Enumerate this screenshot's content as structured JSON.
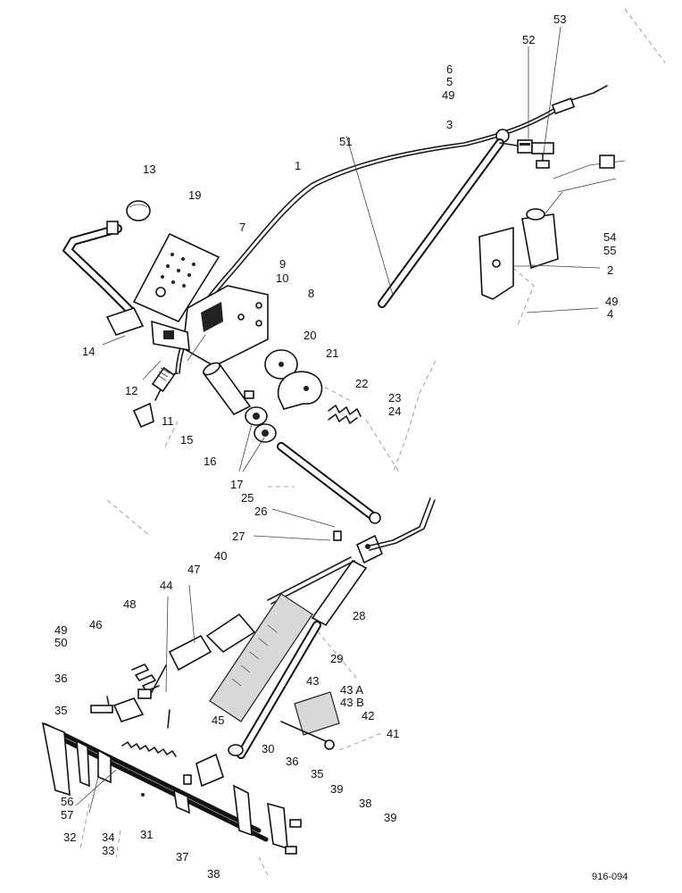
{
  "diagram": {
    "reference_code": "916-094",
    "callouts": [
      {
        "id": "c1",
        "text": "1"
      },
      {
        "id": "c2",
        "text": "2"
      },
      {
        "id": "c3",
        "text": "3"
      },
      {
        "id": "c4",
        "text": "4"
      },
      {
        "id": "c5",
        "text": "5"
      },
      {
        "id": "c6",
        "text": "6"
      },
      {
        "id": "c7",
        "text": "7"
      },
      {
        "id": "c8",
        "text": "8"
      },
      {
        "id": "c9",
        "text": "9"
      },
      {
        "id": "c10",
        "text": "10"
      },
      {
        "id": "c11",
        "text": "11"
      },
      {
        "id": "c12",
        "text": "12"
      },
      {
        "id": "c13",
        "text": "13"
      },
      {
        "id": "c14",
        "text": "14"
      },
      {
        "id": "c15",
        "text": "15"
      },
      {
        "id": "c16",
        "text": "16"
      },
      {
        "id": "c17",
        "text": "17"
      },
      {
        "id": "c19",
        "text": "19"
      },
      {
        "id": "c20",
        "text": "20"
      },
      {
        "id": "c21",
        "text": "21"
      },
      {
        "id": "c22",
        "text": "22"
      },
      {
        "id": "c23",
        "text": "23"
      },
      {
        "id": "c24",
        "text": "24"
      },
      {
        "id": "c25",
        "text": "25"
      },
      {
        "id": "c26",
        "text": "26"
      },
      {
        "id": "c27",
        "text": "27"
      },
      {
        "id": "c28",
        "text": "28"
      },
      {
        "id": "c29",
        "text": "29"
      },
      {
        "id": "c30",
        "text": "30"
      },
      {
        "id": "c31",
        "text": "31"
      },
      {
        "id": "c32",
        "text": "32"
      },
      {
        "id": "c33",
        "text": "33"
      },
      {
        "id": "c34",
        "text": "34"
      },
      {
        "id": "c35a",
        "text": "35"
      },
      {
        "id": "c35b",
        "text": "35"
      },
      {
        "id": "c36a",
        "text": "36"
      },
      {
        "id": "c36b",
        "text": "36"
      },
      {
        "id": "c37",
        "text": "37"
      },
      {
        "id": "c38a",
        "text": "38"
      },
      {
        "id": "c38b",
        "text": "38"
      },
      {
        "id": "c39a",
        "text": "39"
      },
      {
        "id": "c39b",
        "text": "39"
      },
      {
        "id": "c40",
        "text": "40"
      },
      {
        "id": "c41",
        "text": "41"
      },
      {
        "id": "c42",
        "text": "42"
      },
      {
        "id": "c43",
        "text": "43"
      },
      {
        "id": "c43a",
        "text": "43 A"
      },
      {
        "id": "c43b",
        "text": "43 B"
      },
      {
        "id": "c44",
        "text": "44"
      },
      {
        "id": "c45",
        "text": "45"
      },
      {
        "id": "c46",
        "text": "46"
      },
      {
        "id": "c47",
        "text": "47"
      },
      {
        "id": "c48",
        "text": "48"
      },
      {
        "id": "c49a",
        "text": "49"
      },
      {
        "id": "c49b",
        "text": "49"
      },
      {
        "id": "c49c",
        "text": "49"
      },
      {
        "id": "c50",
        "text": "50"
      },
      {
        "id": "c51",
        "text": "51"
      },
      {
        "id": "c52",
        "text": "52"
      },
      {
        "id": "c53",
        "text": "53"
      },
      {
        "id": "c54",
        "text": "54"
      },
      {
        "id": "c55",
        "text": "55"
      },
      {
        "id": "c56",
        "text": "56"
      },
      {
        "id": "c57",
        "text": "57"
      }
    ]
  }
}
